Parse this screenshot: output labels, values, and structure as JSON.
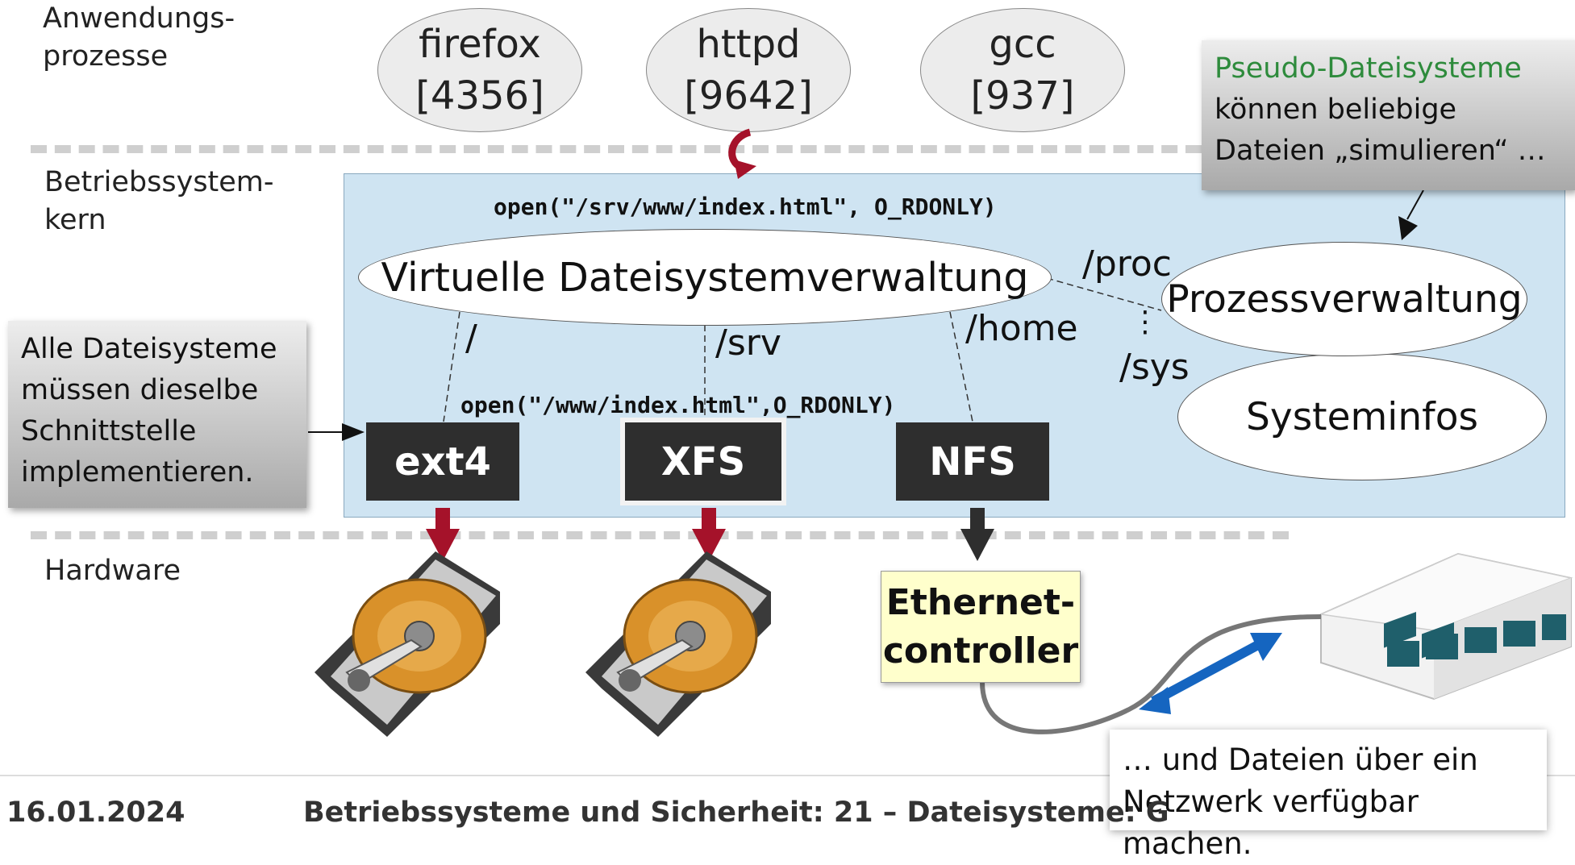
{
  "layers": {
    "apps": "Anwendungs-\nprozesse",
    "kernel": "Betriebssystem-\nkern",
    "hardware": "Hardware"
  },
  "processes": [
    {
      "name": "firefox",
      "pid": "[4356]"
    },
    {
      "name": "httpd",
      "pid": "[9642]"
    },
    {
      "name": "gcc",
      "pid": "[937]"
    }
  ],
  "kernel": {
    "syscall_top": "open(\"/srv/www/index.html\", O_RDONLY)",
    "vfs": "Virtuelle Dateisystemverwaltung",
    "syscall_fs": "open(\"/www/index.html\",O_RDONLY)",
    "mounts": {
      "root": "/",
      "srv": "/srv",
      "home": "/home",
      "proc": "/proc",
      "sys": "/sys",
      "ellipsis": "⋮"
    },
    "process_mgmt": "Prozessverwaltung",
    "sysinfo": "Systeminfos",
    "filesystems": [
      "ext4",
      "XFS",
      "NFS"
    ]
  },
  "hardware": {
    "ethernet": "Ethernet-\ncontroller"
  },
  "callouts": {
    "pseudo_title": "Pseudo-Dateisysteme",
    "pseudo_body": "können beliebige\nDateien „simulieren“ …",
    "interface": "Alle Dateisysteme\nmüssen dieselbe\nSchnittstelle\nimplementieren.",
    "network": "… und Dateien über ein\nNetzwerk verfügbar machen."
  },
  "footer": {
    "date": "16.01.2024",
    "title": "Betriebssysteme und Sicherheit: 21 – Dateisysteme: G"
  },
  "colors": {
    "kernel_bg": "#cfe4f2",
    "arrow_red": "#a5122a",
    "pseudo_green": "#2e8b3c",
    "network_arrow": "#1565c0"
  }
}
